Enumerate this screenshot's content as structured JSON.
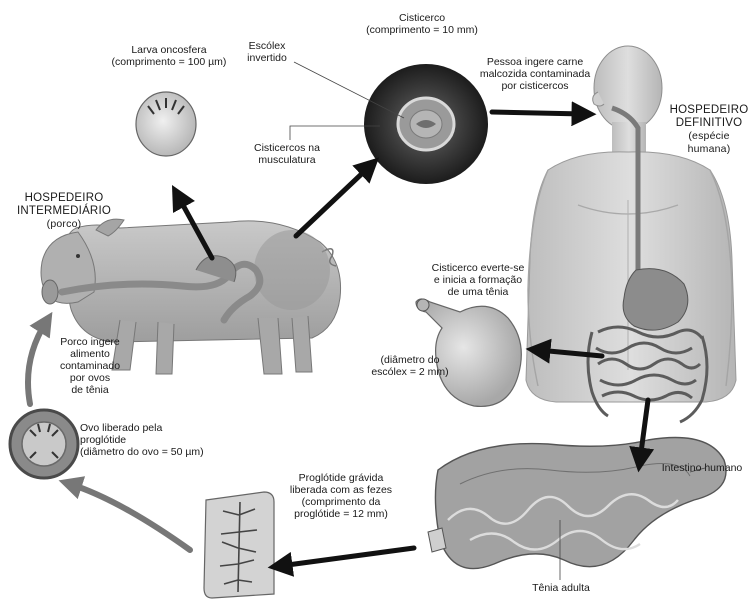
{
  "labels": {
    "larva": [
      "Larva oncosfera",
      "(comprimento = 100 µm)"
    ],
    "cisticerco": [
      "Cisticerco",
      "(comprimento = 10 mm)"
    ],
    "escolex_invertido": [
      "Escólex",
      "invertido"
    ],
    "cisticercos_musculatura": [
      "Cisticercos na",
      "musculatura"
    ],
    "pessoa_ingere": [
      "Pessoa ingere carne",
      "malcozida contaminada",
      "por cisticercos"
    ],
    "hospedeiro_definitivo": [
      "HOSPEDEIRO",
      "DEFINITIVO",
      "(espécie",
      "humana)"
    ],
    "hospedeiro_intermediario": [
      "HOSPEDEIRO",
      "INTERMEDIÁRIO",
      "(porco)"
    ],
    "cisticerco_everte": [
      "Cisticerco everte-se",
      "e inicia a formação",
      "de uma tênia"
    ],
    "diametro_escolex": [
      "(diâmetro do",
      "escólex = 2 mm)"
    ],
    "porco_ingere": [
      "Porco ingere",
      "alimento",
      "contaminado",
      "por ovos",
      "de tênia"
    ],
    "ovo_liberado": [
      "Ovo liberado pela",
      "proglótide",
      "(diâmetro do ovo = 50 µm)"
    ],
    "proglotide": [
      "Proglótide grávida",
      "liberada com as fezes",
      "(comprimento da",
      "proglótide = 12 mm)"
    ],
    "intestino": [
      "Intestino humano"
    ],
    "tenia": [
      "Tênia adulta"
    ]
  },
  "colors": {
    "ink": "#1a1a1a",
    "arrow": "#111111",
    "return_arrow": "#777777",
    "body_fill": "#d2d2d2",
    "pig_fill": "#b9b9b9",
    "gut_fill": "#9a9a9a",
    "cyst_dark": "#2f2f2f"
  }
}
